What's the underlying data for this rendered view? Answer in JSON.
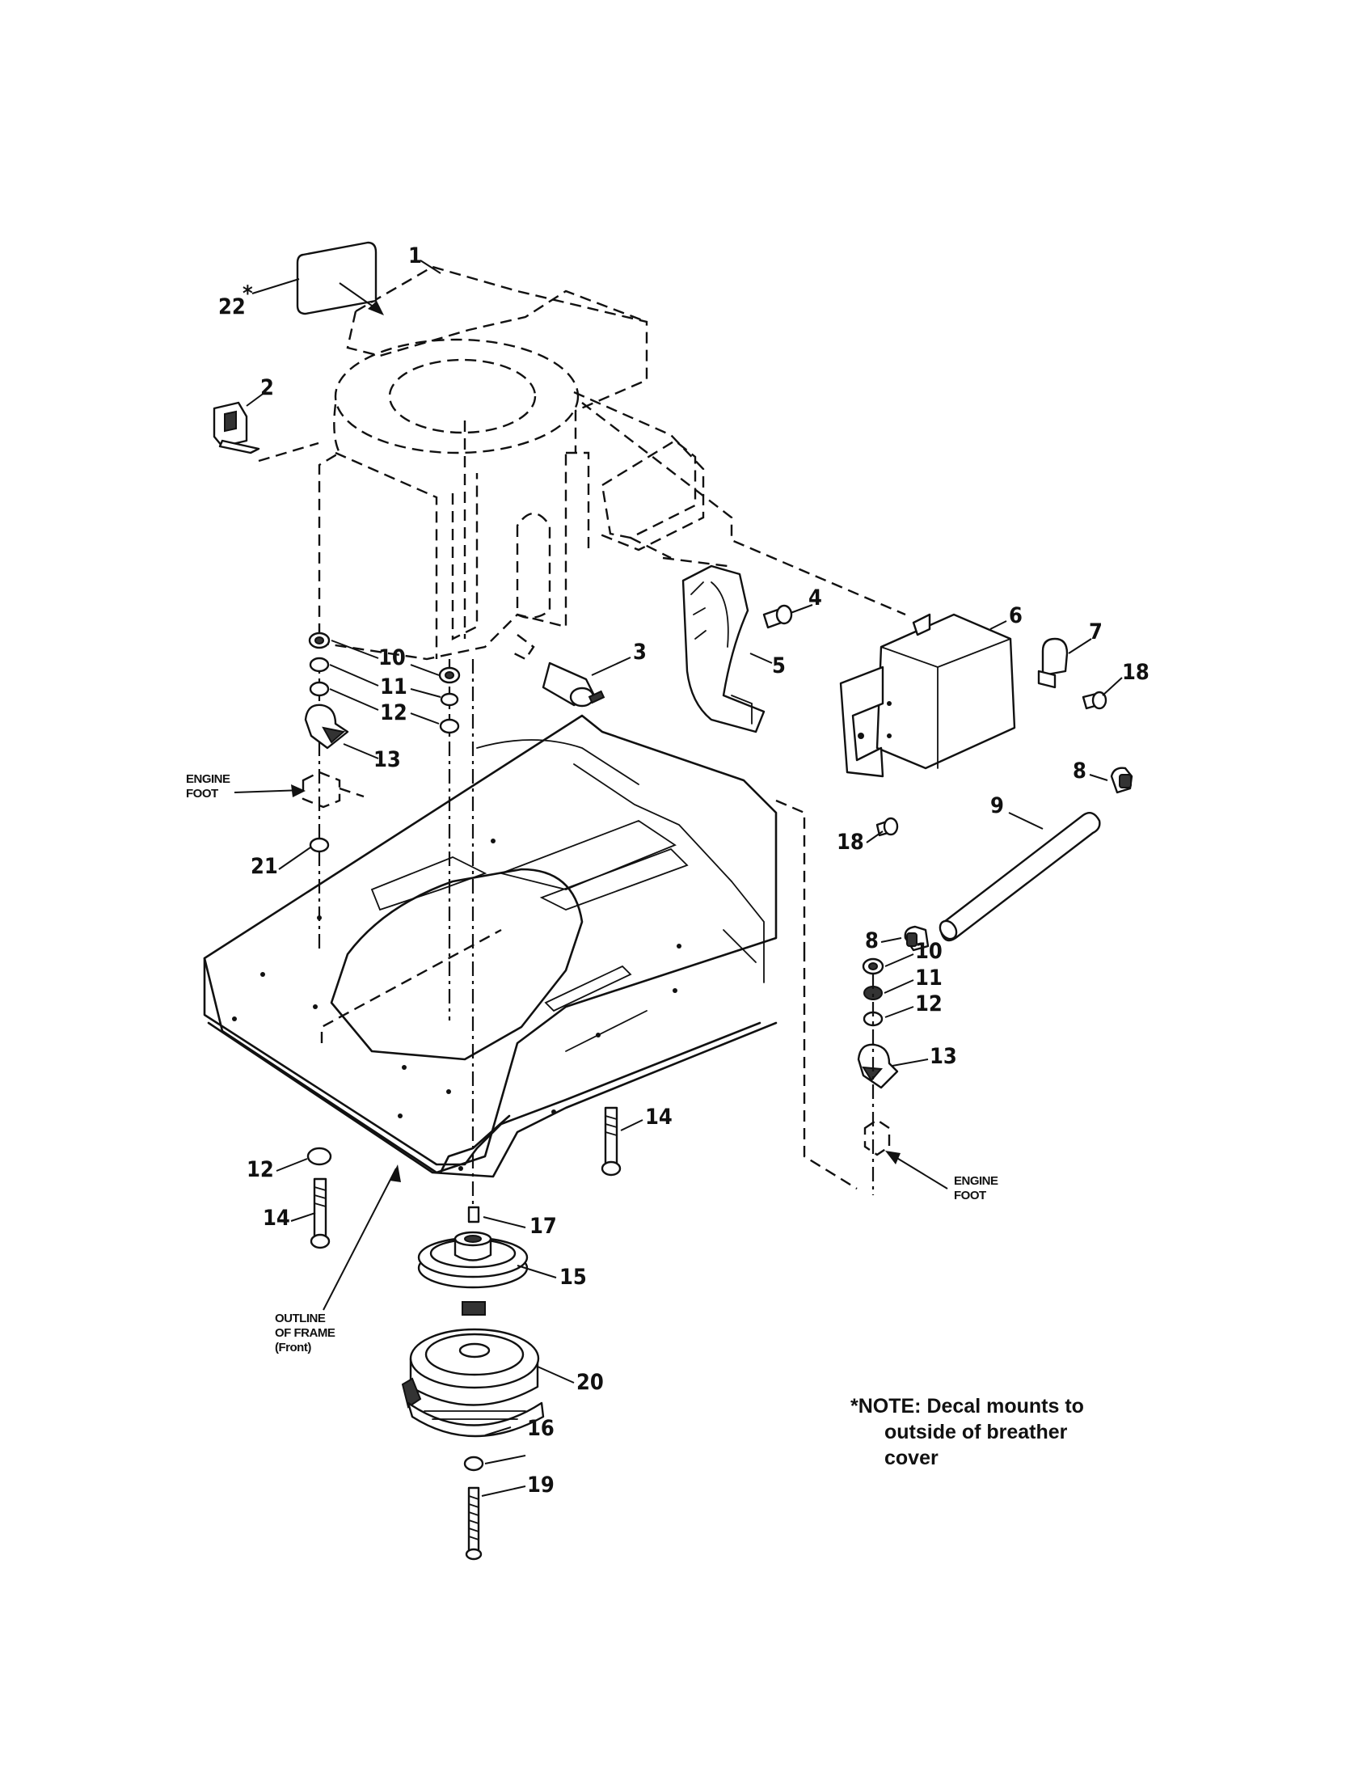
{
  "callouts": {
    "c1": "1",
    "c2": "2",
    "c3": "3",
    "c4": "4",
    "c5": "5",
    "c6": "6",
    "c7": "7",
    "c8a": "8",
    "c8b": "8",
    "c9": "9",
    "c10a": "10",
    "c11a": "11",
    "c12a": "12",
    "c13a": "13",
    "c10b": "10",
    "c11b": "11",
    "c12b": "12",
    "c13b": "13",
    "c12c": "12",
    "c14a": "14",
    "c14b": "14",
    "c15": "15",
    "c16": "16",
    "c17": "17",
    "c18a": "18",
    "c18b": "18",
    "c19": "19",
    "c20": "20",
    "c21": "21",
    "c22": "22",
    "c22star": "*"
  },
  "labels": {
    "engine_foot_left_1": "ENGINE",
    "engine_foot_left_2": "FOOT",
    "engine_foot_right_1": "ENGINE",
    "engine_foot_right_2": "FOOT",
    "outline_frame_1": "OUTLINE",
    "outline_frame_2": "OF FRAME",
    "outline_frame_3": "(Front)"
  },
  "note": {
    "line1": "*NOTE: Decal mounts to",
    "line2": "outside of breather",
    "line3": "cover"
  }
}
